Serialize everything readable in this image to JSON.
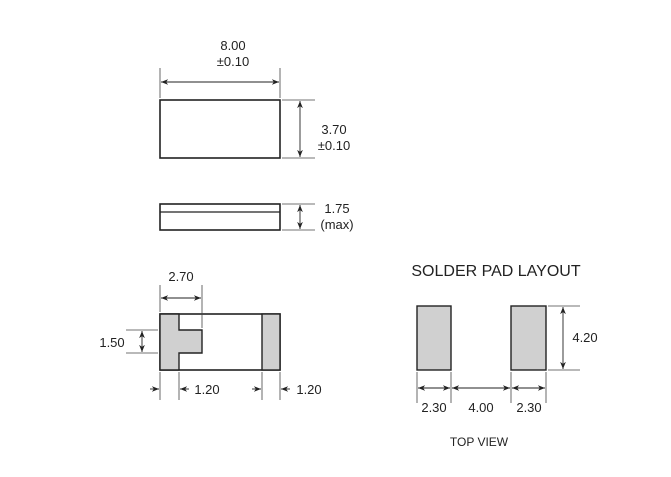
{
  "colors": {
    "pad_fill": "#d0d0d0",
    "outline": "#222222"
  },
  "top_view": {
    "length": "8.00",
    "length_tol": "±0.10",
    "width": "3.70",
    "width_tol": "±0.10"
  },
  "side_view": {
    "height": "1.75",
    "height_note": "(max)"
  },
  "bottom_view": {
    "tab_offset": "2.70",
    "tab_height": "1.50",
    "left_pad": "1.20",
    "right_pad": "1.20"
  },
  "solder_pad": {
    "title": "SOLDER PAD LAYOUT",
    "pad_height": "4.20",
    "pad_width_left": "2.30",
    "gap": "4.00",
    "pad_width_right": "2.30",
    "caption": "TOP VIEW"
  }
}
